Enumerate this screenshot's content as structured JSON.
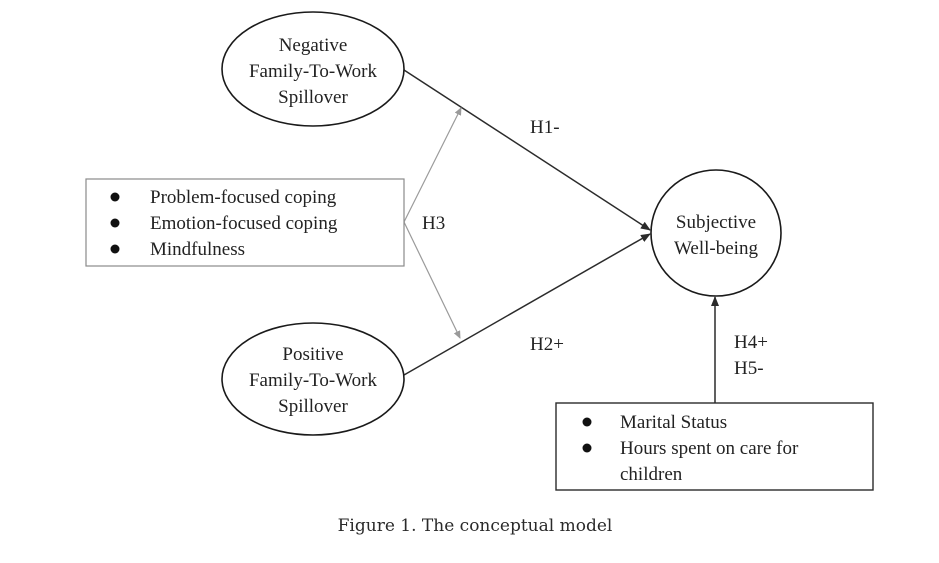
{
  "nodes": {
    "negative_spillover": {
      "lines": [
        "Negative",
        "Family-To-Work",
        "Spillover"
      ]
    },
    "positive_spillover": {
      "lines": [
        "Positive",
        "Family-To-Work",
        "Spillover"
      ]
    },
    "subjective_wellbeing": {
      "lines": [
        "Subjective",
        "Well-being"
      ]
    }
  },
  "moderators_box": {
    "items": [
      "Problem-focused coping",
      "Emotion-focused coping",
      "Mindfulness"
    ]
  },
  "controls_box": {
    "items": [
      "Marital Status",
      "Hours spent on care for",
      "children"
    ]
  },
  "hypotheses": {
    "h1": "H1-",
    "h2": "H2+",
    "h3": "H3",
    "h4": "H4+",
    "h5": "H5-"
  },
  "colors": {
    "main_line": "#2b2b2b",
    "moderator_line": "#9a9a9a"
  },
  "caption": "Figure 1. The conceptual model"
}
